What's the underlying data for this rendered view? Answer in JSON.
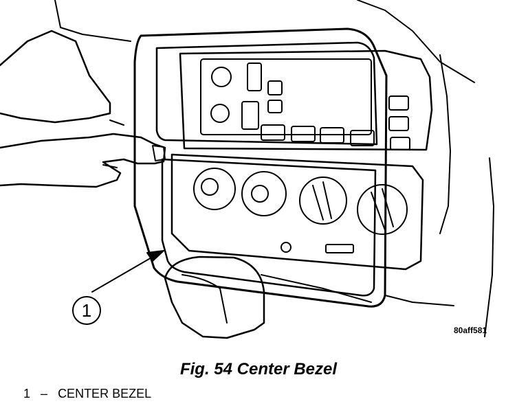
{
  "figure": {
    "callout_number": "1",
    "reference_code": "80aff581",
    "caption": "Fig. 54 Center Bezel"
  },
  "legend": {
    "items": [
      {
        "number": "1",
        "separator": "–",
        "label": "CENTER BEZEL"
      }
    ]
  },
  "icons": [
    "arrow-icon",
    "hand-drawing",
    "shifter-knob-drawing"
  ]
}
